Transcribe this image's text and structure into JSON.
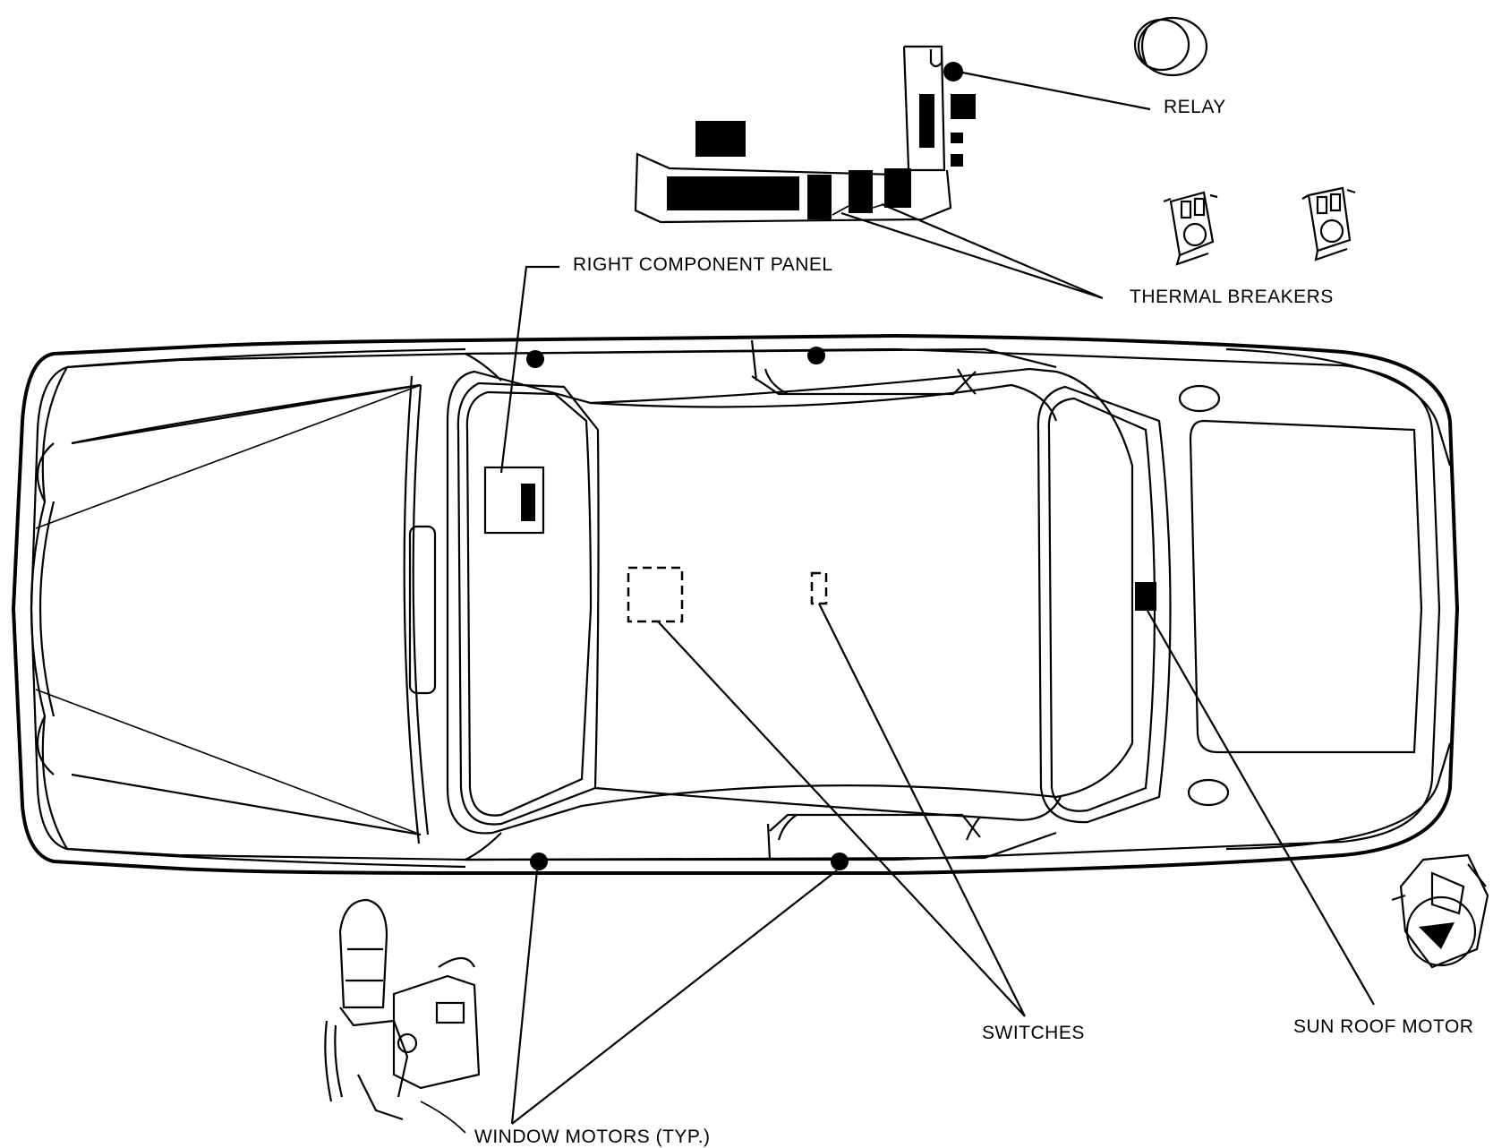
{
  "labels": {
    "relay": "RELAY",
    "thermal_breakers": "THERMAL BREAKERS",
    "right_component_panel": "RIGHT COMPONENT PANEL",
    "switches": "SWITCHES",
    "sun_roof_motor": "SUN ROOF MOTOR",
    "window_motors": "WINDOW MOTORS (TYP.)"
  }
}
